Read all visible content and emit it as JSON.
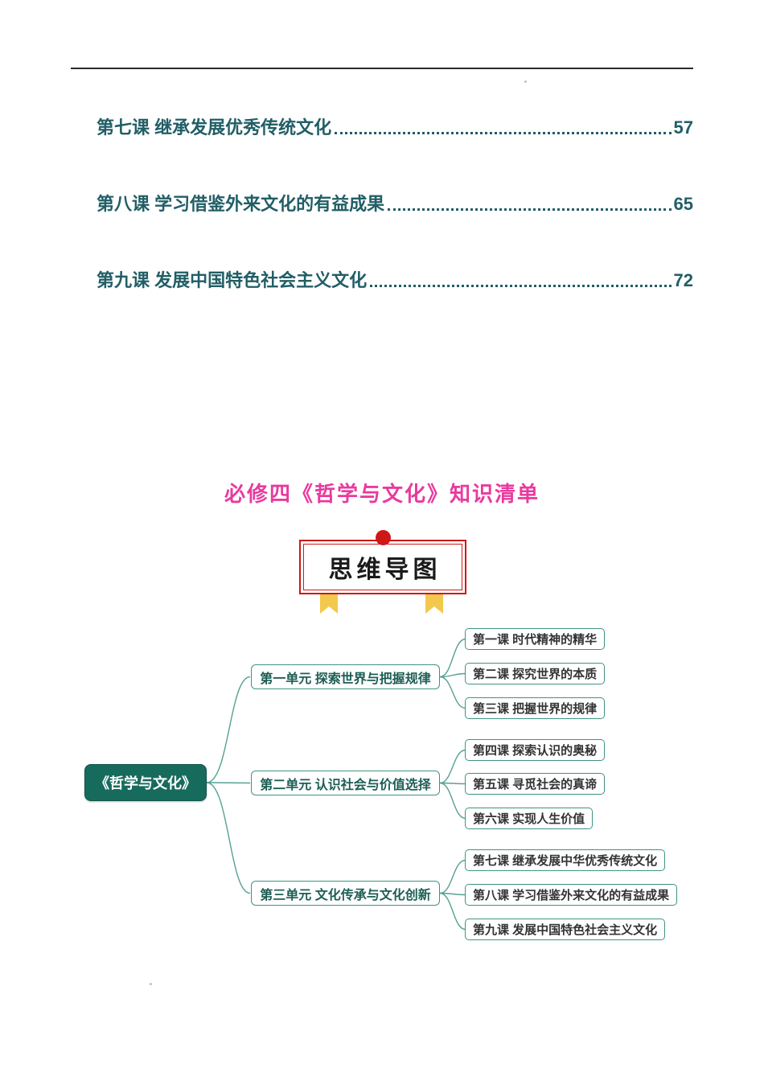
{
  "colors": {
    "toc-color": "#215e66",
    "accent-magenta": "#e93a9e",
    "node-border": "#3f9383",
    "unit-text": "#1d5e54",
    "leaf-text": "#333333",
    "root-bg": "#166b5d",
    "red": "#cf1717",
    "ribbon": "#f2c94c",
    "connector": "#56a193"
  },
  "toc": {
    "items": [
      {
        "title": "第七课 继承发展优秀传统文化",
        "page": "57"
      },
      {
        "title": "第八课 学习借鉴外来文化的有益成果",
        "page": "65"
      },
      {
        "title": "第九课 发展中国特色社会主义文化",
        "page": "72"
      }
    ]
  },
  "section": {
    "title": "必修四《哲学与文化》知识清单"
  },
  "mindmap": {
    "header": "思维导图",
    "root": "《哲学与文化》",
    "branches": [
      {
        "label": "第一单元 探索世界与把握规律",
        "children": [
          "第一课 时代精神的精华",
          "第二课 探究世界的本质",
          "第三课 把握世界的规律"
        ]
      },
      {
        "label": "第二单元 认识社会与价值选择",
        "children": [
          "第四课 探索认识的奥秘",
          "第五课 寻觅社会的真谛",
          "第六课 实现人生价值"
        ]
      },
      {
        "label": "第三单元 文化传承与文化创新",
        "children": [
          "第七课 继承发展中华优秀传统文化",
          "第八课 学习借鉴外来文化的有益成果",
          "第九课 发展中国特色社会主义文化"
        ]
      }
    ]
  }
}
